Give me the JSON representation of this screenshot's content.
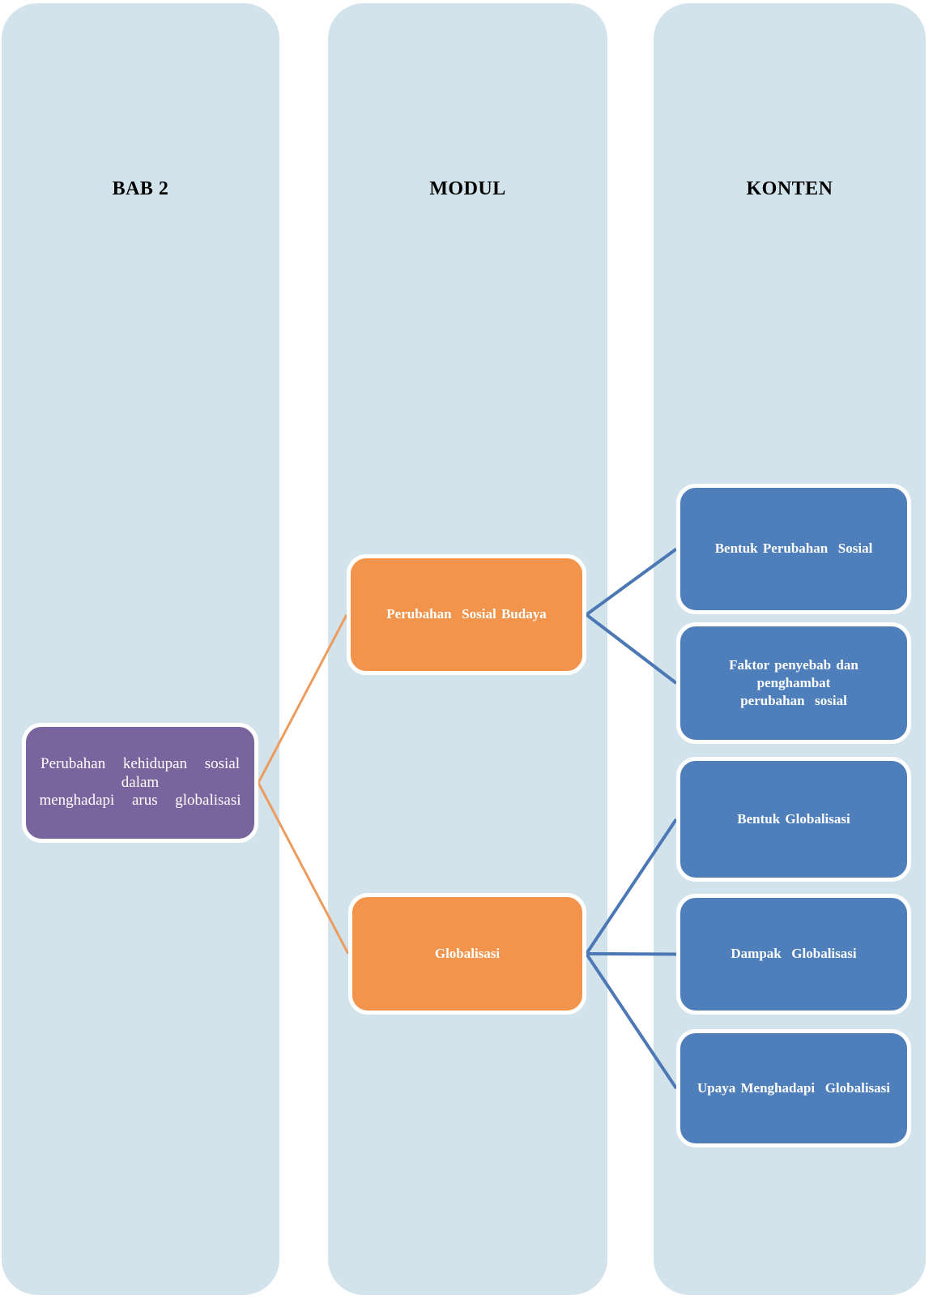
{
  "diagram": {
    "columns": [
      {
        "id": "bab2",
        "label": "BAB 2"
      },
      {
        "id": "modul",
        "label": "MODUL"
      },
      {
        "id": "konten",
        "label": "KONTEN"
      }
    ],
    "nodes": [
      {
        "id": "root",
        "column": "bab2",
        "color": "purple",
        "label": "Perubahan  kehidupan  sosial  dalam\nmenghadapi  arus  globalisasi"
      },
      {
        "id": "modul-1",
        "column": "modul",
        "color": "orange",
        "label": "Perubahan  Sosial Budaya"
      },
      {
        "id": "modul-2",
        "column": "modul",
        "color": "orange",
        "label": "Globalisasi"
      },
      {
        "id": "konten-1",
        "column": "konten",
        "color": "blue",
        "label": "Bentuk Perubahan  Sosial"
      },
      {
        "id": "konten-2",
        "column": "konten",
        "color": "blue",
        "label": "Faktor penyebab dan penghambat\nperubahan  sosial"
      },
      {
        "id": "konten-3",
        "column": "konten",
        "color": "blue",
        "label": "Bentuk Globalisasi"
      },
      {
        "id": "konten-4",
        "column": "konten",
        "color": "blue",
        "label": "Dampak  Globalisasi"
      },
      {
        "id": "konten-5",
        "column": "konten",
        "color": "blue",
        "label": "Upaya Menghadapi  Globalisasi"
      }
    ],
    "edges": [
      {
        "from": "root",
        "to": "modul-1",
        "color": "orange"
      },
      {
        "from": "root",
        "to": "modul-2",
        "color": "orange"
      },
      {
        "from": "modul-1",
        "to": "konten-1",
        "color": "blue"
      },
      {
        "from": "modul-1",
        "to": "konten-2",
        "color": "blue"
      },
      {
        "from": "modul-2",
        "to": "konten-3",
        "color": "blue"
      },
      {
        "from": "modul-2",
        "to": "konten-4",
        "color": "blue"
      },
      {
        "from": "modul-2",
        "to": "konten-5",
        "color": "blue"
      }
    ],
    "colors": {
      "column_bg": "#D2E3EB",
      "purple": "#7A649E",
      "orange": "#F2944B",
      "blue": "#4E7FBB",
      "line_orange": "#EC9C5F",
      "line_blue": "#4C79B5",
      "node_text": "#FFFFFF",
      "header_text": "#000000"
    }
  }
}
